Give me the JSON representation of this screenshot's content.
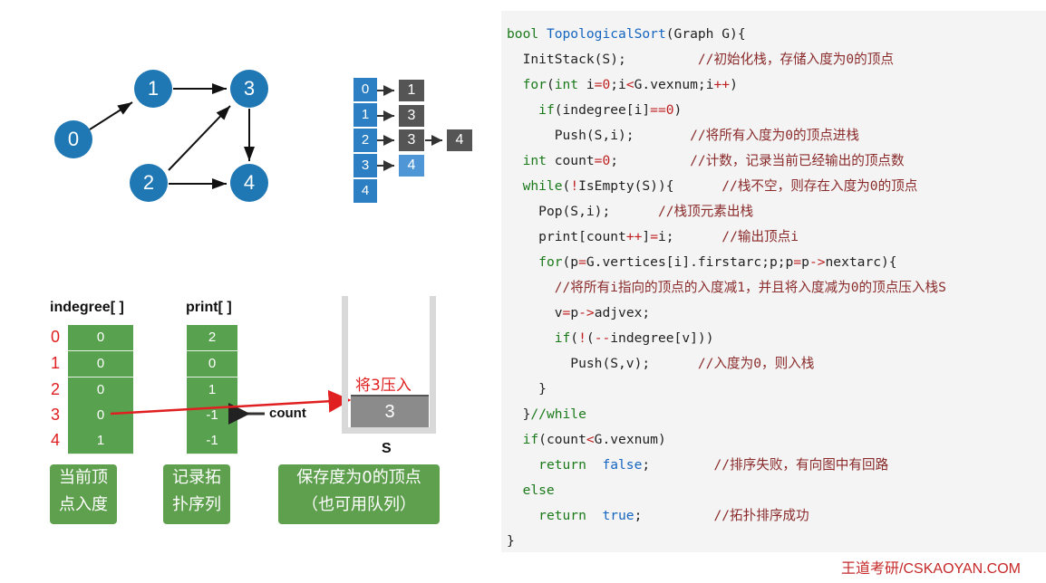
{
  "graph": {
    "nodes": [
      "0",
      "1",
      "2",
      "3",
      "4"
    ]
  },
  "adjacency": {
    "heads": [
      "0",
      "1",
      "2",
      "3",
      "4"
    ],
    "lists": [
      [
        "1"
      ],
      [
        "3"
      ],
      [
        "3",
        "4"
      ],
      [
        "4"
      ],
      []
    ],
    "highlight_color": "#4f96d6"
  },
  "indegree": {
    "title": "indegree[ ]",
    "indices": [
      "0",
      "1",
      "2",
      "3",
      "4"
    ],
    "values": [
      "0",
      "0",
      "0",
      "0",
      "1"
    ],
    "caption_line1": "当前顶",
    "caption_line2": "点入度"
  },
  "print": {
    "title": "print[ ]",
    "values": [
      "2",
      "0",
      "1",
      "-1",
      "-1"
    ],
    "count_label": "count",
    "caption_line1": "记录拓",
    "caption_line2": "扑序列"
  },
  "stack": {
    "push_label": "将3压入",
    "items": [
      "3"
    ],
    "name": "S",
    "caption_line1": "保存度为0的顶点",
    "caption_line2": "（也可用队列）"
  },
  "code": {
    "l1_kw": "bool",
    "l1_fn": "TopologicalSort",
    "l1_rest": "(Graph G){",
    "l2": "  InitStack(S);",
    "l2_c": "//初始化栈，存储入度为0的顶点",
    "l3_kw1": "for",
    "l3_a": "(",
    "l3_kw2": "int",
    "l3_b": " i",
    "l3_op1": "=",
    "l3_num1": "0",
    "l3_c": ";i",
    "l3_op2": "<",
    "l3_d": "G.vexnum;i",
    "l3_op3": "++",
    "l3_e": ")",
    "l4_kw": "if",
    "l4_a": "(indegree[i]",
    "l4_op": "==",
    "l4_num": "0",
    "l4_b": ")",
    "l5": "Push(S,i);",
    "l5_c": "//将所有入度为0的顶点进栈",
    "l6_kw": "int",
    "l6_a": " count",
    "l6_op": "=",
    "l6_num": "0",
    "l6_b": ";",
    "l6_c": "//计数，记录当前已经输出的顶点数",
    "l7_kw": "while",
    "l7_a": "(",
    "l7_op": "!",
    "l7_b": "IsEmpty(S)){",
    "l7_c": "//栈不空，则存在入度为0的顶点",
    "l8": "Pop(S,i);",
    "l8_c": "//栈顶元素出栈",
    "l9_a": "print[count",
    "l9_op1": "++",
    "l9_b": "]",
    "l9_op2": "=",
    "l9_c": "i;",
    "l9_cm": "//输出顶点i",
    "l10_kw": "for",
    "l10_a": "(p",
    "l10_op1": "=",
    "l10_b": "G.vertices[i].firstarc;p;p",
    "l10_op2": "=",
    "l10_c": "p",
    "l10_op3": "->",
    "l10_d": "nextarc){",
    "l11_c": "//将所有i指向的顶点的入度减1，并且将入度减为0的顶点压入栈S",
    "l12_a": "v",
    "l12_op1": "=",
    "l12_b": "p",
    "l12_op2": "->",
    "l12_c": "adjvex;",
    "l13_kw": "if",
    "l13_a": "(",
    "l13_op1": "!",
    "l13_b": "(",
    "l13_op2": "--",
    "l13_c": "indegree[v]))",
    "l14": "Push(S,v);",
    "l14_c": "//入度为0，则入栈",
    "l15": "}",
    "l16_a": "}",
    "l16_c": "//while",
    "l17_kw": "if",
    "l17_a": "(count",
    "l17_op": "<",
    "l17_b": "G.vexnum)",
    "l18_kw1": "return",
    "l18_kw2": "false",
    "l18_b": ";",
    "l18_c": "//排序失败，有向图中有回路",
    "l19_kw": "else",
    "l20_kw1": "return",
    "l20_kw2": "true",
    "l20_b": ";",
    "l20_c": "//拓扑排序成功",
    "l21": "}"
  },
  "footer": "王道考研/CSKAOYAN.COM",
  "colors": {
    "node_blue": "#1f78b4",
    "array_green": "#58a14e",
    "index_red": "#e02020",
    "stack_gray": "#8b8b8b"
  }
}
